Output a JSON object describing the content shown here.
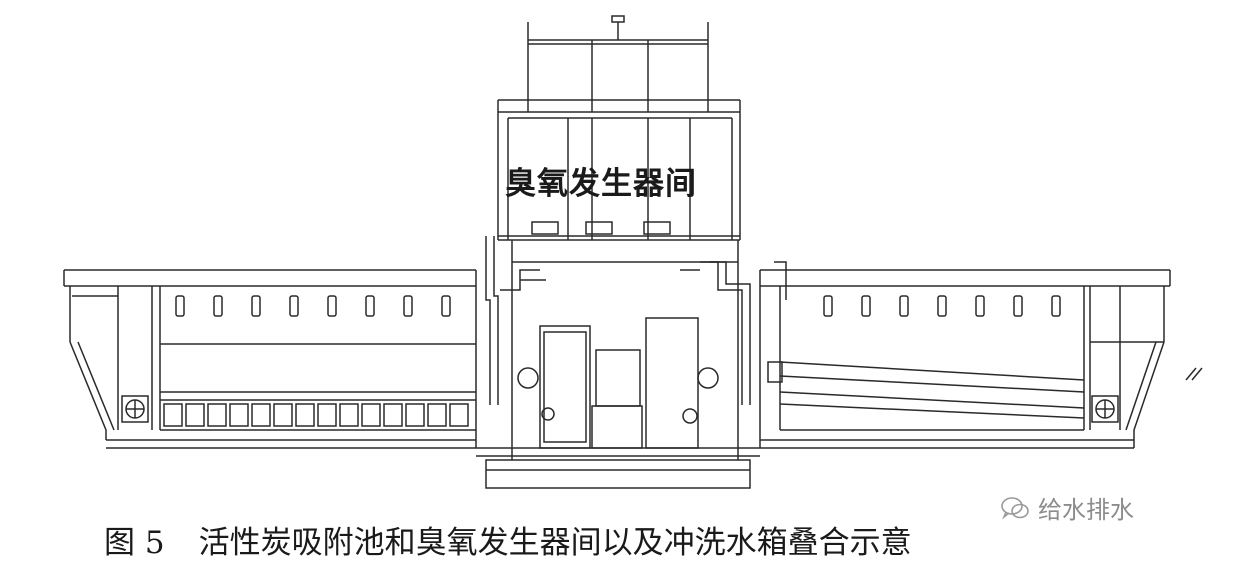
{
  "diagram": {
    "room_label": "臭氧发生器间",
    "caption_number": "图 5",
    "caption_text": "活性炭吸附池和臭氧发生器间以及冲洗水箱叠合示意",
    "watermark_text": "给水排水",
    "watermark_icon": "wechat-icon"
  }
}
